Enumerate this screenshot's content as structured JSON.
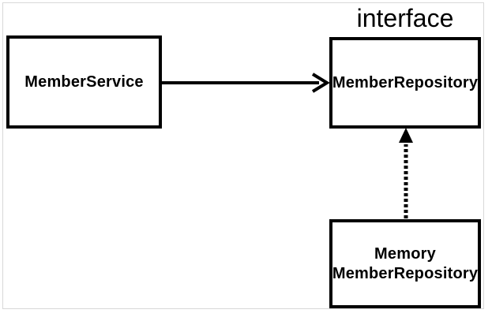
{
  "diagram": {
    "nodes": {
      "member_service": {
        "label": "MemberService"
      },
      "member_repository": {
        "label": "MemberRepository",
        "stereotype": "interface"
      },
      "memory_member_repository": {
        "label_line1": "Memory",
        "label_line2": "MemberRepository"
      }
    },
    "edges": [
      {
        "from": "MemberService",
        "to": "MemberRepository",
        "style": "solid-arrow",
        "meaning": "dependency"
      },
      {
        "from": "MemoryMemberRepository",
        "to": "MemberRepository",
        "style": "dotted-arrow",
        "meaning": "implementation"
      }
    ],
    "colors": {
      "stroke": "#000000",
      "text": "#000000",
      "frame_border": "#d8d8d8",
      "background": "#ffffff"
    }
  }
}
